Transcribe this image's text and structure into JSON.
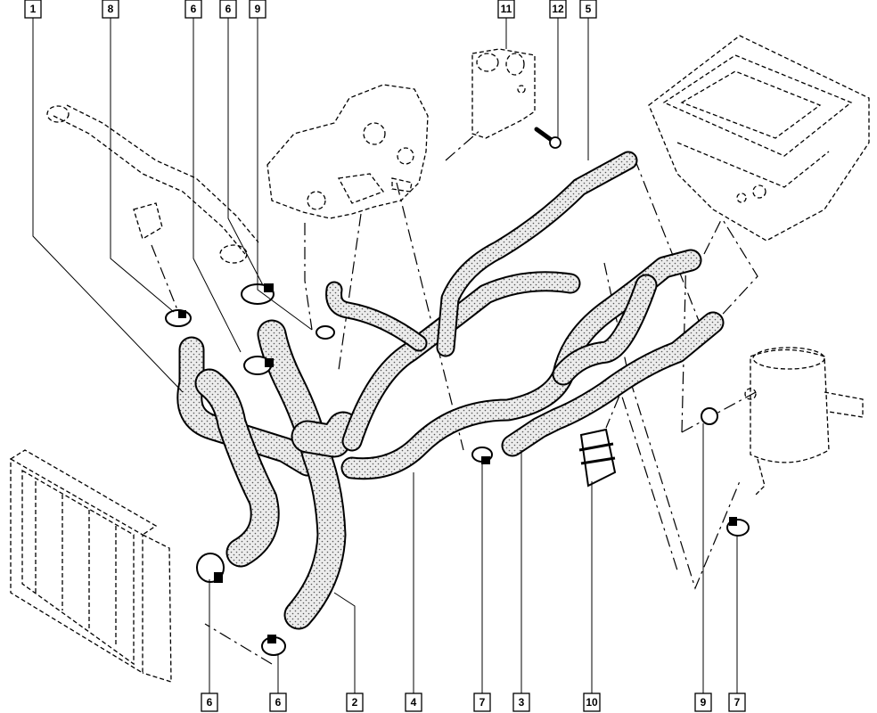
{
  "diagram": {
    "colors": {
      "line": "#000000",
      "hose_fill": "#e4e4e4",
      "background": "#ffffff"
    },
    "top_labels": [
      "1",
      "8",
      "6",
      "6",
      "9",
      "11",
      "12",
      "5"
    ],
    "bottom_labels": [
      "6",
      "6",
      "2",
      "4",
      "7",
      "3",
      "10",
      "9",
      "7"
    ]
  }
}
